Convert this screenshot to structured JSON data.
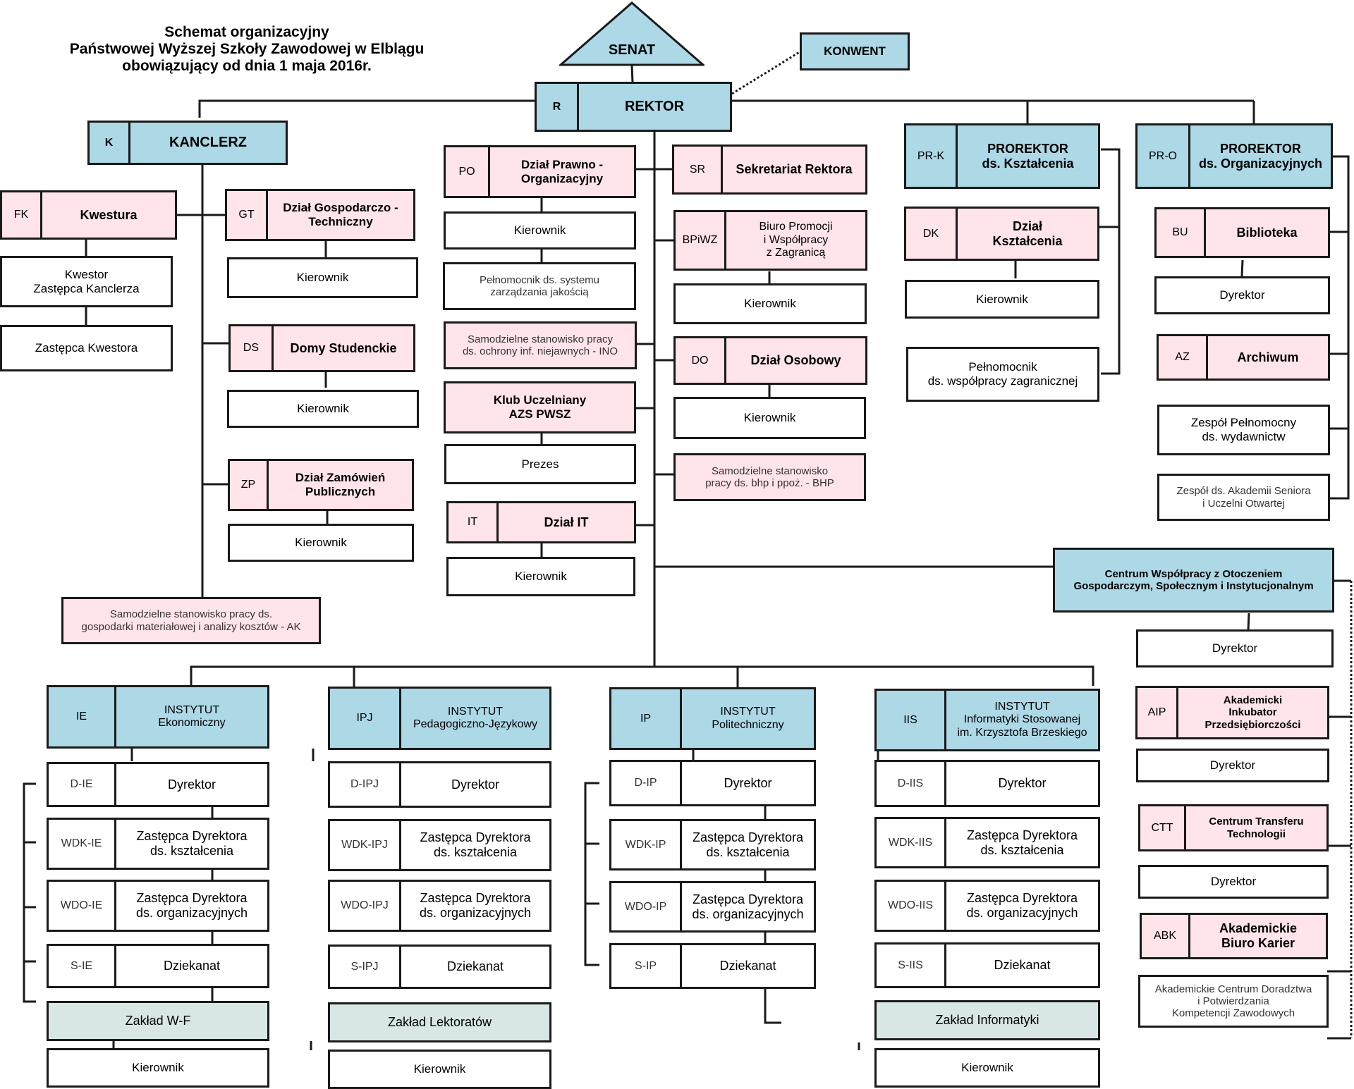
{
  "title": {
    "line1": "Schemat organizacyjny",
    "line2": "Państwowej Wyższej Szkoły Zawodowej w Elblągu",
    "line3": "obowiązujący od dnia 1 maja 2016r."
  },
  "colors": {
    "management": "#add8e6",
    "unit": "#ffe4e9",
    "position": "#ffffff",
    "zaklad": "#d8e6e6",
    "line": "#1a1a1a"
  },
  "top": {
    "senat": "SENAT",
    "konwent": "KONWENT",
    "rektor": {
      "code": "R",
      "label": "REKTOR"
    }
  },
  "kanclerz": {
    "code": "K",
    "label": "KANCLERZ",
    "kwestura": {
      "code": "FK",
      "label": "Kwestura"
    },
    "kwestor": "Kwestor\nZastępca Kanclerza",
    "zastepca_kwestora": "Zastępca Kwestora",
    "gt": {
      "code": "GT",
      "label": "Dział Gospodarczo -\nTechniczny",
      "sub": "Kierownik"
    },
    "ds": {
      "code": "DS",
      "label": "Domy Studenckie",
      "sub": "Kierownik"
    },
    "zp": {
      "code": "ZP",
      "label": "Dział Zamówień\nPublicznych",
      "sub": "Kierownik"
    },
    "ak": "Samodzielne stanowisko pracy ds.\ngospodarki materiałowej i analizy kosztów - AK"
  },
  "rektor_units": {
    "po": {
      "code": "PO",
      "label": "Dział Prawno -\nOrganizacyjny",
      "sub": "Kierownik"
    },
    "jakosc": "Pełnomocnik ds. systemu\nzarządzania jakością",
    "ino": "Samodzielne stanowisko pracy\nds. ochrony inf. niejawnych -  INO",
    "azs": {
      "label": "Klub Uczelniany\nAZS PWSZ",
      "sub": "Prezes"
    },
    "it": {
      "code": "IT",
      "label": "Dział IT",
      "sub": "Kierownik"
    },
    "sr": {
      "code": "SR",
      "label": "Sekretariat Rektora"
    },
    "bpiwz": {
      "code": "BPiWZ",
      "label": "Biuro Promocji\ni Współpracy\nz Zagranicą",
      "sub": "Kierownik"
    },
    "do": {
      "code": "DO",
      "label": "Dział Osobowy",
      "sub": "Kierownik"
    },
    "bhp": "Samodzielne stanowisko\npracy ds. bhp i ppoż. - BHP"
  },
  "prk": {
    "code": "PR-K",
    "label": "PROREKTOR\nds. Kształcenia",
    "dk": {
      "code": "DK",
      "label": "Dział\nKształcenia",
      "sub": "Kierownik"
    },
    "pelnomocnik": "Pełnomocnik\nds. współpracy zagranicznej"
  },
  "pro": {
    "code": "PR-O",
    "label": "PROREKTOR\nds. Organizacyjnych",
    "bu": {
      "code": "BU",
      "label": "Biblioteka",
      "sub": "Dyrektor"
    },
    "az": {
      "code": "AZ",
      "label": "Archiwum"
    },
    "wydawnictwa": "Zespół Pełnomocny\nds. wydawnictw",
    "senior": "Zespół ds. Akademii Seniora\ni Uczelni Otwartej"
  },
  "centrum": {
    "label": "Centrum Współpracy z Otoczeniem\nGospodarczym, Społecznym i Instytucjonalnym",
    "sub": "Dyrektor",
    "aip": {
      "code": "AIP",
      "label": "Akademicki\nInkubator\nPrzedsiębiorczości",
      "sub": "Dyrektor"
    },
    "ctt": {
      "code": "CTT",
      "label": "Centrum Transferu\nTechnologii",
      "sub": "Dyrektor"
    },
    "abk": {
      "code": "ABK",
      "label": "Akademickie\nBiuro Karier"
    },
    "acd": "Akademickie Centrum Doradztwa\ni Potwierdzania\nKompetencji Zawodowych"
  },
  "institutes": [
    {
      "code": "IE",
      "label": "INSTYTUT\nEkonomiczny",
      "rows": [
        {
          "code": "D-IE",
          "label": "Dyrektor"
        },
        {
          "code": "WDK-IE",
          "label": "Zastępca Dyrektora\nds. kształcenia"
        },
        {
          "code": "WDO-IE",
          "label": "Zastępca Dyrektora\nds. organizacyjnych"
        },
        {
          "code": "S-IE",
          "label": "Dziekanat"
        }
      ],
      "zaklad": "Zakład W-F",
      "zaklad_sub": "Kierownik"
    },
    {
      "code": "IPJ",
      "label": "INSTYTUT\nPedagogiczno-Językowy",
      "rows": [
        {
          "code": "D-IPJ",
          "label": "Dyrektor"
        },
        {
          "code": "WDK-IPJ",
          "label": "Zastępca Dyrektora\nds. kształcenia"
        },
        {
          "code": "WDO-IPJ",
          "label": "Zastępca Dyrektora\nds. organizacyjnych"
        },
        {
          "code": "S-IPJ",
          "label": "Dziekanat"
        }
      ],
      "zaklad": "Zakład Lektoratów",
      "zaklad_sub": "Kierownik"
    },
    {
      "code": "IP",
      "label": "INSTYTUT\nPolitechniczny",
      "rows": [
        {
          "code": "D-IP",
          "label": "Dyrektor"
        },
        {
          "code": "WDK-IP",
          "label": "Zastępca Dyrektora\nds. kształcenia"
        },
        {
          "code": "WDO-IP",
          "label": "Zastępca Dyrektora\nds. organizacyjnych"
        },
        {
          "code": "S-IP",
          "label": "Dziekanat"
        }
      ]
    },
    {
      "code": "IIS",
      "label": "INSTYTUT\nInformatyki Stosowanej\nim. Krzysztofa Brzeskiego",
      "rows": [
        {
          "code": "D-IIS",
          "label": "Dyrektor"
        },
        {
          "code": "WDK-IIS",
          "label": "Zastępca Dyrektora\nds. kształcenia"
        },
        {
          "code": "WDO-IIS",
          "label": "Zastępca Dyrektora\nds. organizacyjnych"
        },
        {
          "code": "S-IIS",
          "label": "Dziekanat"
        }
      ],
      "zaklad": "Zakład Informatyki",
      "zaklad_sub": "Kierownik"
    }
  ]
}
